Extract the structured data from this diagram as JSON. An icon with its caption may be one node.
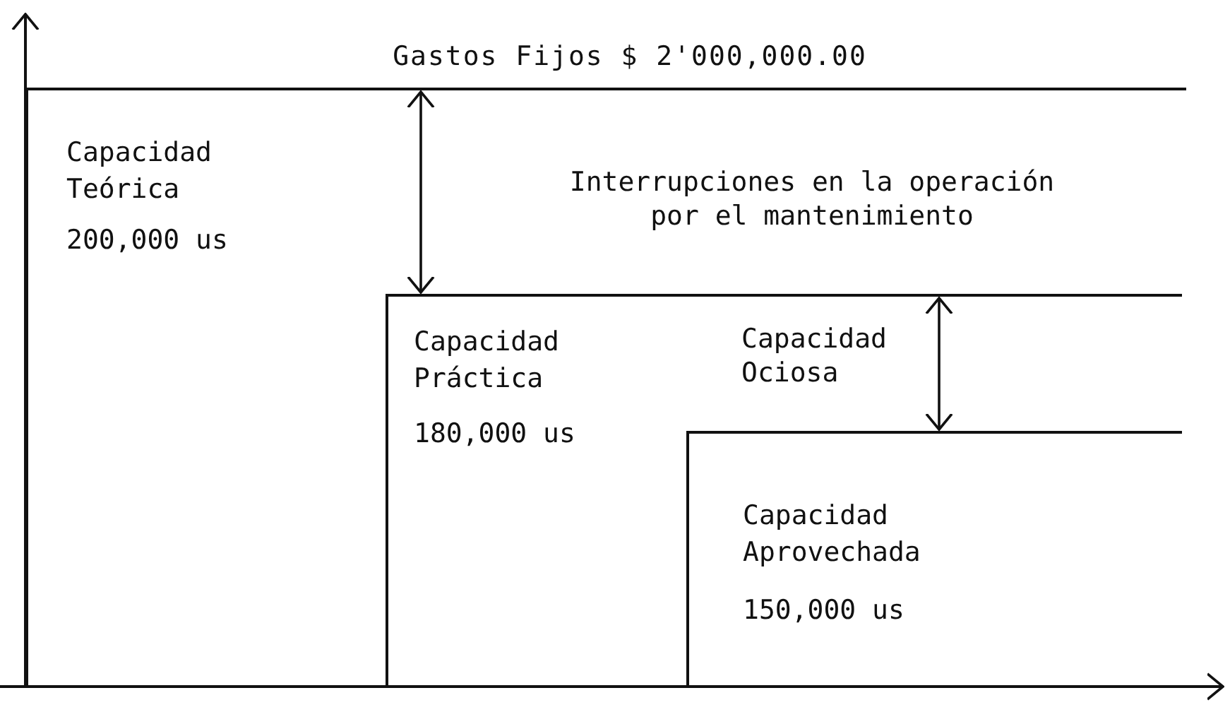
{
  "diagram": {
    "nodes": [
      {
        "text": [
          "Capacidad Teórica",
          "200,000 us"
        ]
      },
      {
        "text": [
          "Capacidad Práctica",
          "180,000 us"
        ],
        "in": 0
      },
      {
        "text": [
          "Capacidad Aprovechada",
          "150,000 us"
        ],
        "in": 1
      }
    ],
    "edges": [
      {
        "from": 0,
        "to": 1,
        "arrow": "both"
      },
      {
        "from": 1,
        "to": 2,
        "arrow": "both"
      }
    ],
    "labels": [
      "Gastos Fijos $ 2'000,000.00",
      "Interrupciones en la operación por el mantenimiento",
      "Capacidad Ociosa"
    ]
  }
}
